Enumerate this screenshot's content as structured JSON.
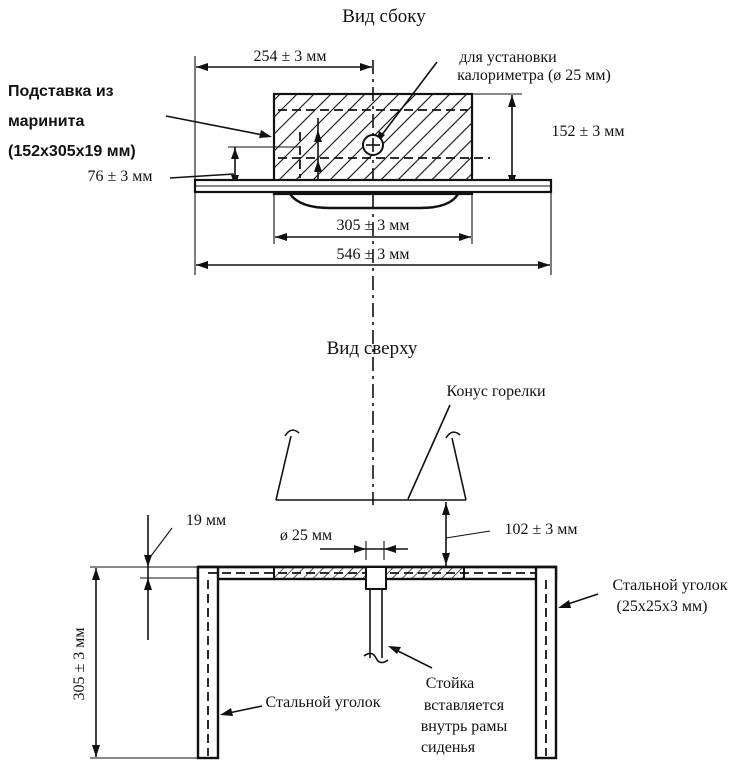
{
  "side_view": {
    "title": "Вид сбоку",
    "dim_254": "254 ± 3 мм",
    "calorimeter_line1": "для установки",
    "calorimeter_line2": "калориметра (ø 25 мм)",
    "dim_152": "152 ± 3 мм",
    "board_line1": "Подставка из",
    "board_line2": "маринита",
    "board_line3": "(152x305x19 мм)",
    "dim_76": "76 ± 3 мм",
    "dim_305": "305 ± 3 мм",
    "dim_546": "546 ± 3 мм"
  },
  "top_view": {
    "title": "Вид сверху",
    "burner_cone": "Конус горелки",
    "dim_19": "19 мм",
    "dim_d25": "ø 25 мм",
    "dim_102": "102 ± 3 мм",
    "steel_angle_right_line1": "Стальной уголок",
    "steel_angle_right_line2": "(25x25x3 мм)",
    "dim_305_vertical": "305 ± 3 мм",
    "steel_angle_left": "Стальной уголок",
    "post_line1": "Стойка",
    "post_line2": "вставляется",
    "post_line3": "внутрь рамы",
    "post_line4": "сиденья"
  },
  "icons": {
    "calorimeter_mark": "circle-cross-icon"
  }
}
